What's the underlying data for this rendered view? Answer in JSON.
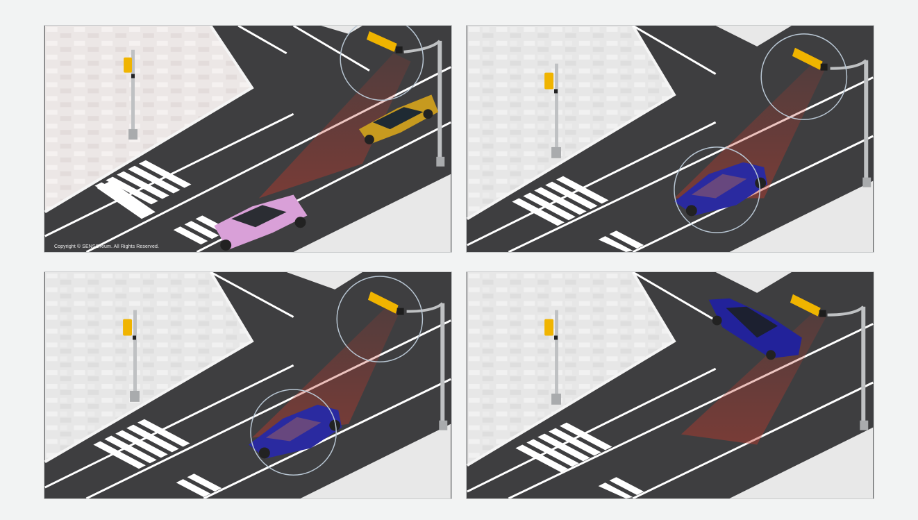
{
  "copyright": "Copyright © SENSORium. All Rights Reserved.",
  "panels": [
    {
      "id": "p1",
      "cars": [
        {
          "color": "#c79a1f",
          "role": "detected"
        },
        {
          "color": "#d9a0d8",
          "role": "approaching"
        }
      ],
      "detection_zone": "beam",
      "highlight": "sensor"
    },
    {
      "id": "p2",
      "cars": [
        {
          "color": "#2a2aa0",
          "role": "detected"
        }
      ],
      "detection_zone": "beam",
      "highlight": "sensor-and-car"
    },
    {
      "id": "p3",
      "cars": [
        {
          "color": "#2a2aa0",
          "role": "detected"
        }
      ],
      "detection_zone": "beam",
      "highlight": "sensor-and-car"
    },
    {
      "id": "p4",
      "cars": [
        {
          "color": "#22229a",
          "role": "passed"
        }
      ],
      "detection_zone": "beam",
      "highlight": "none"
    }
  ],
  "colors": {
    "asphalt": "#3e3e40",
    "sidewalk": "#e4e4e4",
    "beam": "#c0392b",
    "signal": "#f0b400",
    "pole": "#bfc1c3"
  }
}
